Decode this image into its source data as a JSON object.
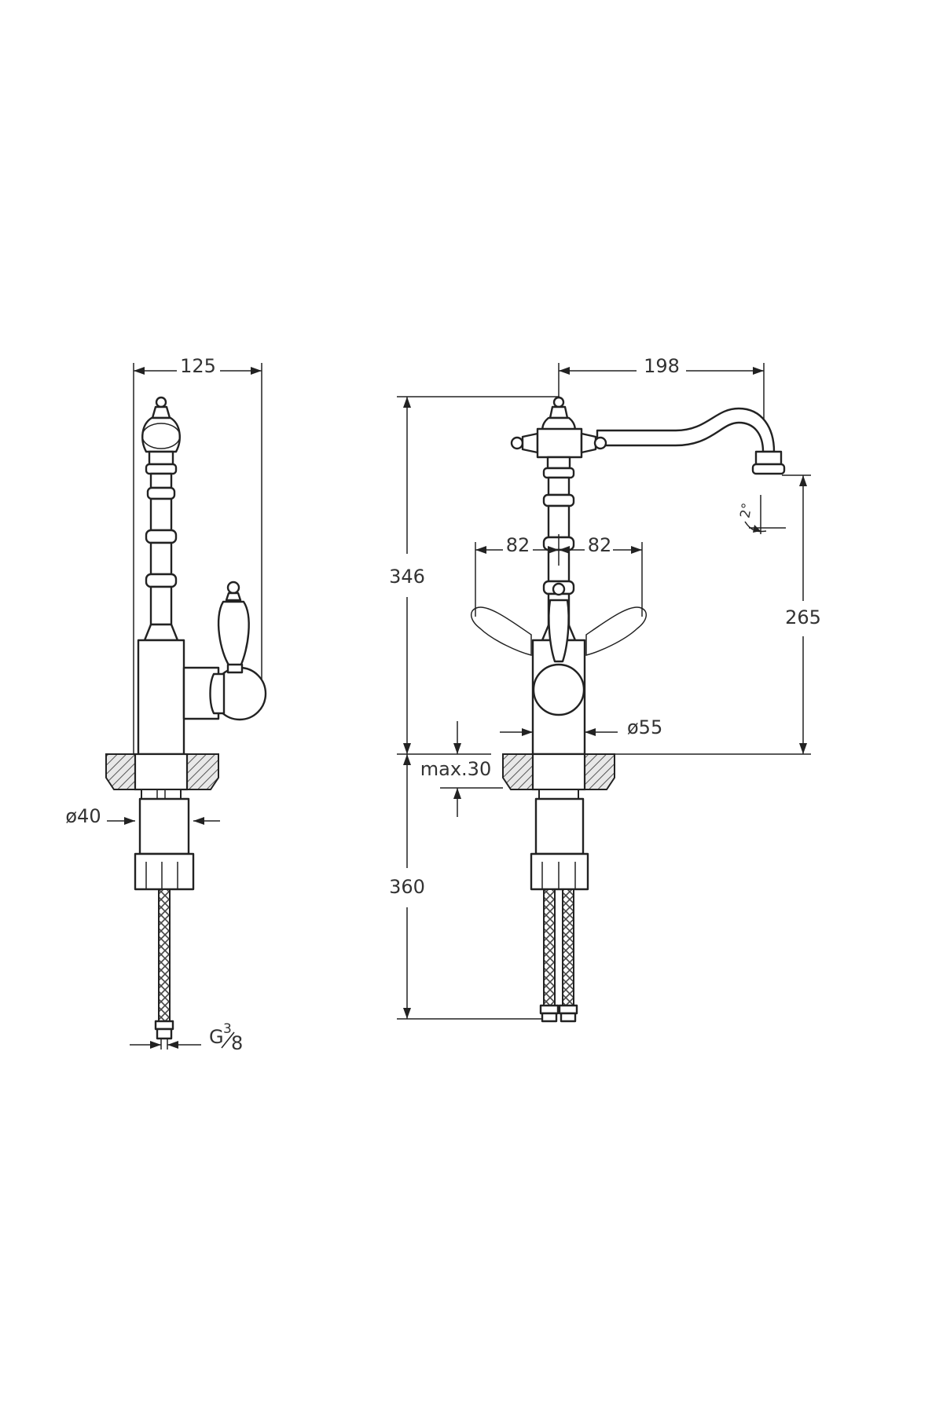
{
  "dimensions": {
    "side_width": "125",
    "front_width": "198",
    "total_height": "346",
    "spout_height": "265",
    "handle_left": "82",
    "handle_right": "82",
    "base_diameter": "ø55",
    "max_thickness": "max.30",
    "shank_diameter": "ø40",
    "hose_length": "360",
    "thread": "G",
    "thread_num": "3",
    "thread_den": "8",
    "spout_angle": "2°"
  }
}
